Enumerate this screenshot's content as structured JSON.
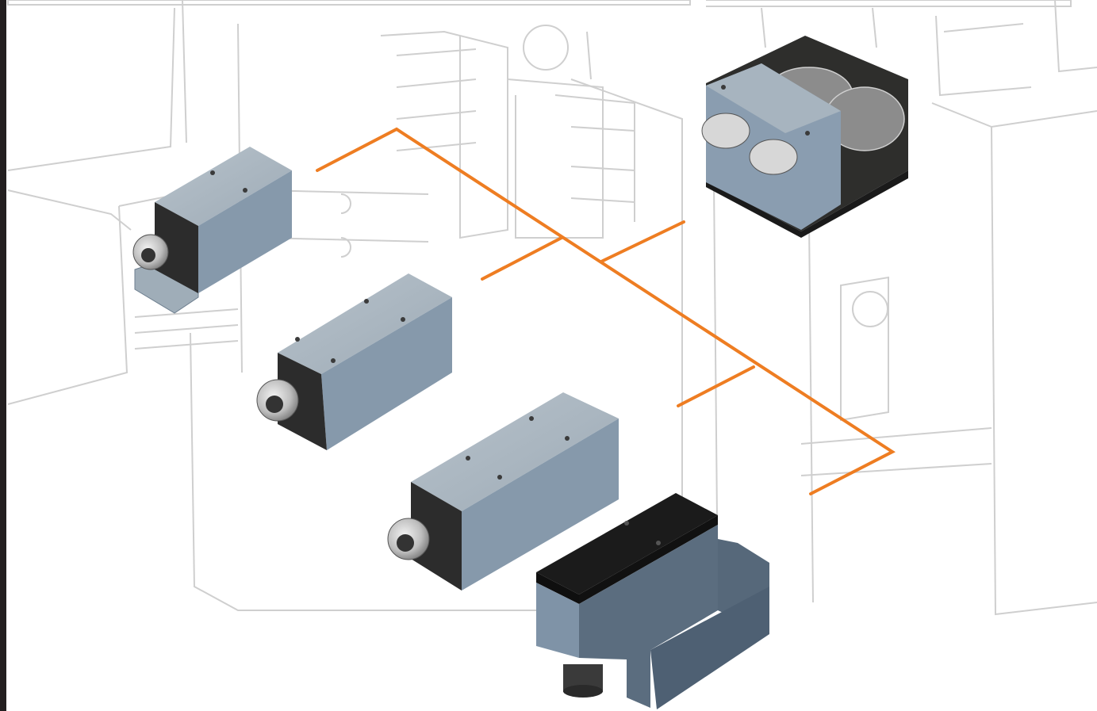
{
  "colors": {
    "background": "#ffffff",
    "left_strip": "#231f20",
    "line_art": "#cfcfcf",
    "connector": "#ee7d22",
    "block_top": "#a7b3bd",
    "block_front": "#8e9fb0",
    "block_side": "#7a8ea1",
    "flange": "#2b2b2b",
    "collet": "#c8c8c8",
    "dark_top": "#1b1b1b",
    "dark_block_front": "#5e6f80",
    "dark_housing": "#3a3a38"
  },
  "components": [
    {
      "id": "small-tool-holder",
      "icon": "small-rotary-spindle-unit"
    },
    {
      "id": "medium-tool-holder",
      "icon": "medium-rotary-spindle-unit"
    },
    {
      "id": "long-tool-holder",
      "icon": "long-rotary-spindle-unit"
    },
    {
      "id": "offset-tool-holder",
      "icon": "offset-spindle-unit"
    },
    {
      "id": "gear-unit",
      "icon": "twin-spindle-gear-unit"
    }
  ]
}
